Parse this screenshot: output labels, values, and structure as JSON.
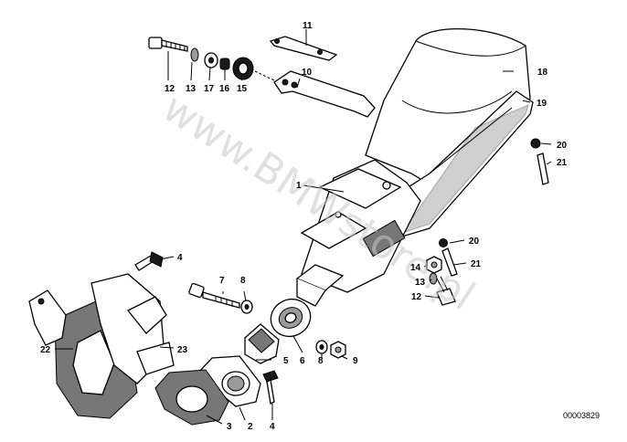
{
  "watermark": "www.BMWstore.pl",
  "ref_code": "00003829",
  "labels": {
    "l1": "1",
    "l2": "2",
    "l3": "3",
    "l4a": "4",
    "l4b": "4",
    "l5": "5",
    "l6": "6",
    "l7": "7",
    "l8a": "8",
    "l8b": "8",
    "l9": "9",
    "l10": "10",
    "l11": "11",
    "l12a": "12",
    "l12b": "12",
    "l13a": "13",
    "l13b": "13",
    "l14": "14",
    "l15": "15",
    "l16": "16",
    "l17": "17",
    "l18": "18",
    "l19": "19",
    "l20a": "20",
    "l20b": "20",
    "l21a": "21",
    "l21b": "21",
    "l22": "22",
    "l23": "23"
  }
}
